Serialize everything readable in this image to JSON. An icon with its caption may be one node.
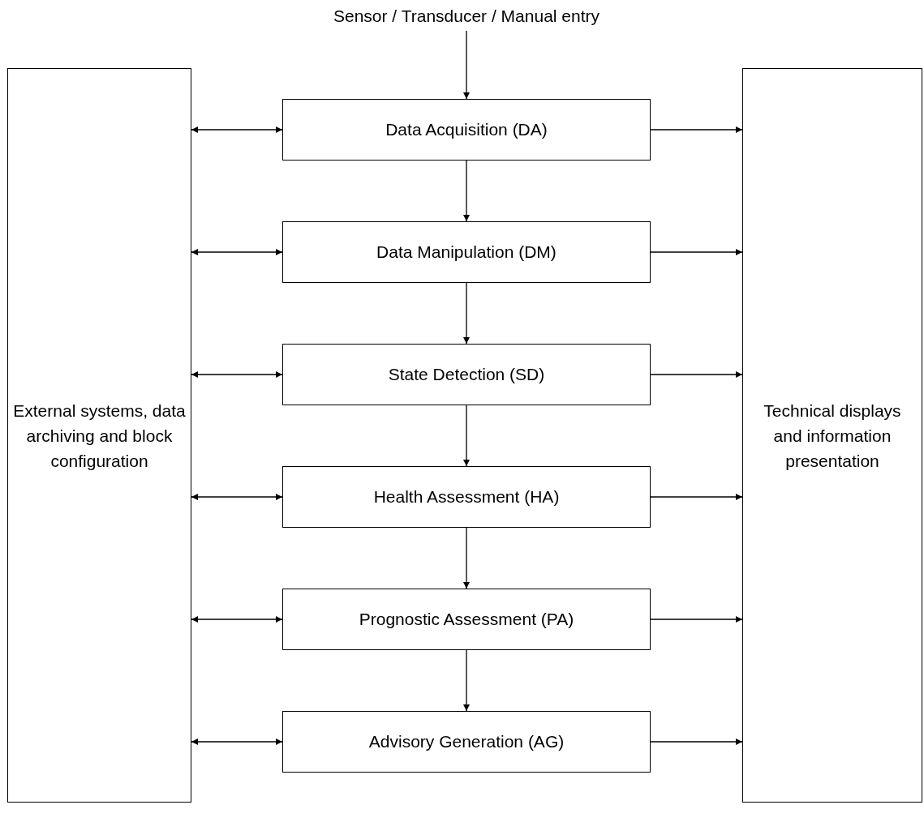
{
  "diagram": {
    "nodes": [
      {
        "text": [
          "Sensor / Transducer / Manual entry"
        ]
      },
      {
        "text": [
          "External systems, data archiving and block configuration"
        ]
      },
      {
        "text": [
          "Data Acquisition (DA)"
        ]
      },
      {
        "text": [
          "Data Manipulation (DM)"
        ]
      },
      {
        "text": [
          "State Detection (SD)"
        ]
      },
      {
        "text": [
          "Health Assessment (HA)"
        ]
      },
      {
        "text": [
          "Prognostic Assessment (PA)"
        ]
      },
      {
        "text": [
          "Advisory Generation (AG)"
        ]
      },
      {
        "text": [
          "Technical displays and information presentation"
        ]
      }
    ],
    "edges": [
      {
        "from": 0,
        "to": 2,
        "arrow": "to"
      },
      {
        "from": 2,
        "to": 3,
        "arrow": "to"
      },
      {
        "from": 3,
        "to": 4,
        "arrow": "to"
      },
      {
        "from": 4,
        "to": 5,
        "arrow": "to"
      },
      {
        "from": 5,
        "to": 6,
        "arrow": "to"
      },
      {
        "from": 6,
        "to": 7,
        "arrow": "to"
      },
      {
        "from": 1,
        "to": 2,
        "arrow": "both"
      },
      {
        "from": 1,
        "to": 3,
        "arrow": "both"
      },
      {
        "from": 1,
        "to": 4,
        "arrow": "both"
      },
      {
        "from": 1,
        "to": 5,
        "arrow": "both"
      },
      {
        "from": 1,
        "to": 6,
        "arrow": "both"
      },
      {
        "from": 1,
        "to": 7,
        "arrow": "both"
      },
      {
        "from": 2,
        "to": 8,
        "arrow": "to"
      },
      {
        "from": 3,
        "to": 8,
        "arrow": "to"
      },
      {
        "from": 4,
        "to": 8,
        "arrow": "to"
      },
      {
        "from": 5,
        "to": 8,
        "arrow": "to"
      },
      {
        "from": 6,
        "to": 8,
        "arrow": "to"
      },
      {
        "from": 7,
        "to": 8,
        "arrow": "to"
      }
    ]
  }
}
